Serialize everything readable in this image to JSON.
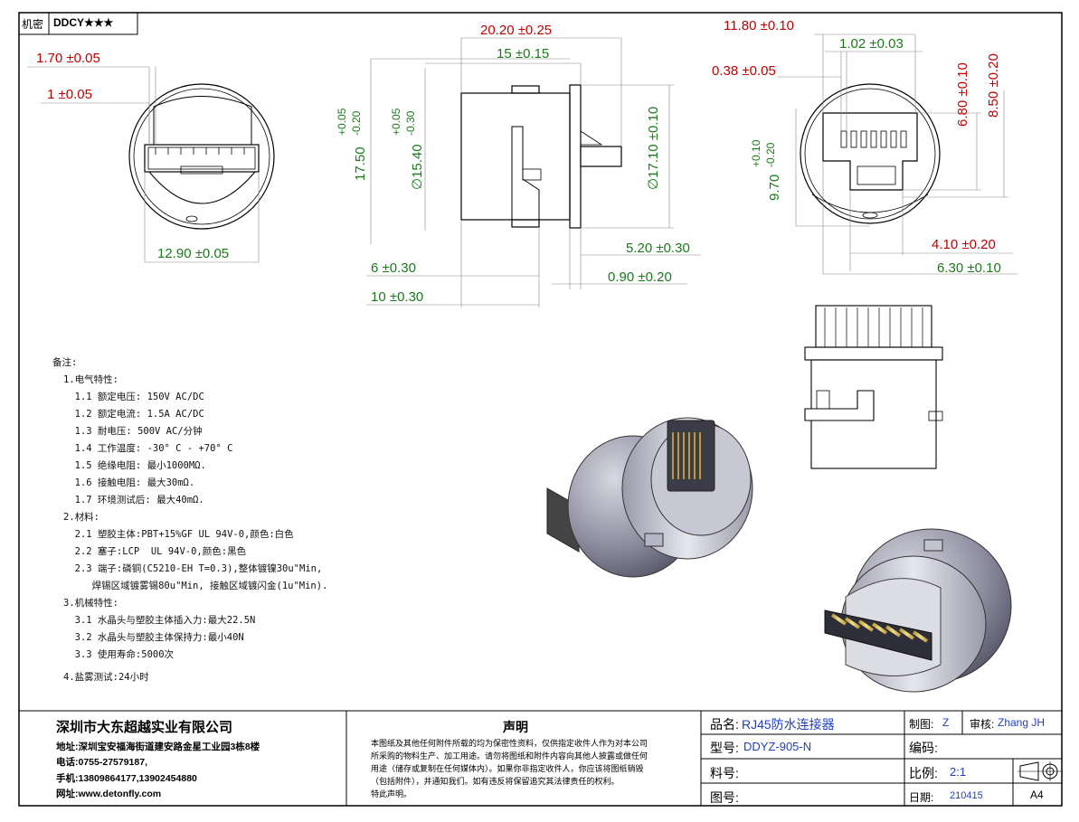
{
  "corner_tag": {
    "secret": "机密",
    "level": "DDCY★★★"
  },
  "dimensions": {
    "front": {
      "d1": "1.70 ±0.05",
      "d2": "1 ±0.05",
      "d3": "12.90 ±0.05"
    },
    "side": {
      "top_width": "20.20 ±0.25",
      "inner_width": "15 ±0.15",
      "height_a_main": "17.50",
      "height_a_tol": "+0.05\n-0.20",
      "height_b_main": "∅15.40",
      "height_b_tol": "+0.05\n-0.30",
      "diameter": "∅17.10 ±0.10",
      "d_520": "5.20 ±0.30",
      "d_6": "6 ±0.30",
      "d_090": "0.90 ±0.20",
      "d_10": "10 ±0.30"
    },
    "rear": {
      "d_1180": "11.80 ±0.10",
      "d_102": "1.02 ±0.03",
      "d_038": "0.38 ±0.05",
      "d_680": "6.80 ±0.10",
      "d_850": "8.50 ±0.20",
      "d_970_main": "9.70",
      "d_970_tol": "+0.10\n-0.20",
      "d_410": "4.10 ±0.20",
      "d_630": "6.30 ±0.10"
    }
  },
  "notes": {
    "title": "备注:",
    "lines": [
      "1.电气特性:",
      "  1.1 额定电压: 150V AC/DC",
      "  1.2 额定电流: 1.5A AC/DC",
      "  1.3 耐电压: 500V AC/分钟",
      "  1.4 工作温度: -30° C - +70° C",
      "  1.5 绝缘电阻: 最小1000MΩ.",
      "  1.6 接触电阻: 最大30mΩ.",
      "  1.7 环境测试后: 最大40mΩ.",
      "2.材料:",
      "  2.1 塑胶主体:PBT+15%GF UL 94V-0,颜色:白色",
      "  2.2 塞子:LCP  UL 94V-0,颜色:黑色",
      "  2.3 端子:磷铜(C5210-EH T=0.3),整体镀镍30u\"Min,",
      "     焊锡区域镀雾锡80u\"Min, 接触区域镀闪金(1u\"Min).",
      "3.机械特性:",
      "  3.1 水晶头与塑胶主体插入力:最大22.5N",
      "  3.2 水晶头与塑胶主体保持力:最小40N",
      "  3.3 使用寿命:5000次",
      "",
      "4.盐雾测试:24小时"
    ]
  },
  "title_block": {
    "company": "深圳市大东超越实业有限公司",
    "address": "地址:深圳宝安福海街道建安路金星工业园3栋8楼",
    "phone": "电话:0755-27579187,",
    "mobile": "手机:13809864177,13902454880",
    "website": "网址:www.detonfly.com",
    "declaration_title": "声明",
    "declaration_lines": [
      "本图纸及其他任何附件所载的均为保密性资料，仅供指定收件人作为对本公司",
      "所采购的物料生产、加工用途。请勿将图纸和附件内容向其他人披露或做任何",
      "用途（储存或复制在任何媒体内）。如果你非指定收件人，你应该将图纸销毁",
      "（包括附件），并通知我们。如有违反将保留追究其法律责任的权利。",
      "特此声明。"
    ],
    "product_name_label": "品名:",
    "product_name": "RJ45防水连接器",
    "model_label": "型号:",
    "model": "DDYZ-905-N",
    "material_no_label": "料号:",
    "drawing_no_label": "图号:",
    "drawn_label": "制图:",
    "drawn_by": "Z",
    "review_label": "审核:",
    "reviewer": "Zhang JH",
    "code_label": "编码:",
    "scale_label": "比例:",
    "scale": "2:1",
    "date_label": "日期:",
    "date": "210415",
    "sheet_size": "A4"
  }
}
